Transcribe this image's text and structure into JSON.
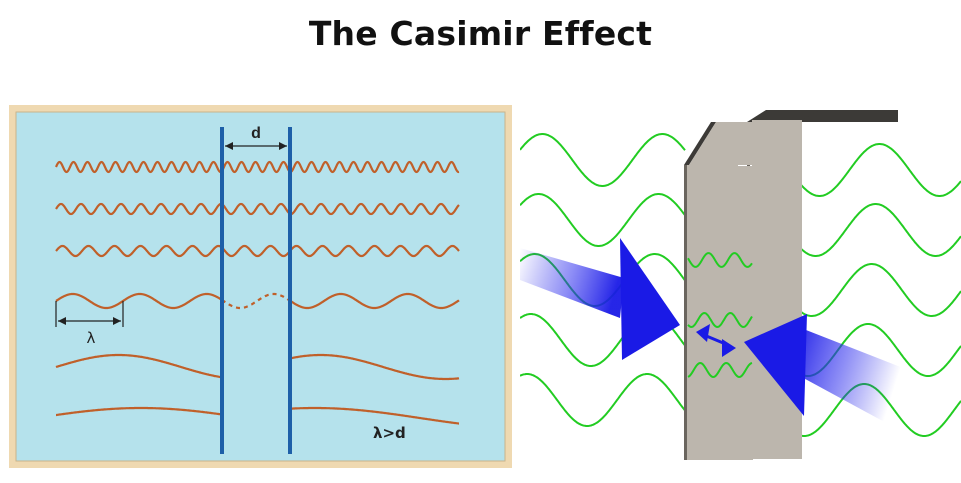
{
  "title": "The Casimir Effect",
  "left_diagram": {
    "separation_label": "d",
    "wavelength_label": "λ",
    "condition_label": "λ>d",
    "colors": {
      "frame": "#efd9b1",
      "background": "#b5e2ec",
      "wave": "#c0602a",
      "plate": "#1d5fa8"
    }
  },
  "right_diagram": {
    "colors": {
      "wave": "#22cc22",
      "plate": "#bcb6ad",
      "arrow": "#1a1ae6"
    }
  }
}
